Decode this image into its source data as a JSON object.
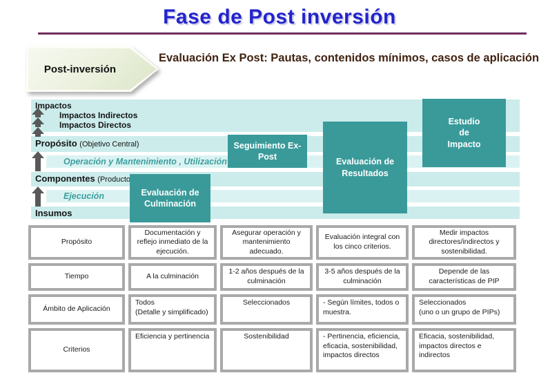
{
  "slide": {
    "title": "Fase de Post inversión",
    "phase_label": "Post-inversión",
    "subtitle": "Evaluación Ex Post: Pautas, contenidos mínimos, casos de aplicación"
  },
  "diagram": {
    "impactos": "Impactos",
    "impactos_indirectos": "Impactos Indirectos",
    "impactos_directos": "Impactos Directos",
    "proposito": "Propósito",
    "proposito_paren": "(Objetivo Central)",
    "oym": "Operación y Mantenimiento , Utilización",
    "componentes": "Componentes",
    "componentes_paren": "(Productos)",
    "ejecucion": "Ejecución",
    "insumos": "Insumos",
    "box_culminacion": "Evaluación de Culminación",
    "box_seguimiento": "Seguimiento Ex-Post",
    "box_resultados": "Evaluación de Resultados",
    "box_impacto": "Estudio\nde\nImpacto"
  },
  "table": {
    "rows": [
      {
        "label": "Propósito",
        "cells": [
          "Documentación y reflejo inmediato de la ejecución.",
          "Asegurar operación y mantenimiento adecuado.",
          "Evaluación integral con los cinco criterios.",
          "Medir impactos directores/indirectos y sostenibilidad."
        ]
      },
      {
        "label": "Tiempo",
        "cells": [
          "A la culminación",
          "1-2 años después de la culminación",
          "3-5 años después de la culminación",
          "Depende de las características de PIP"
        ]
      },
      {
        "label": "Ámbito de Aplicación",
        "cells": [
          "Todos\n(Detalle y simplificado)",
          "Seleccionados",
          "- Según límites, todos  o muestra.",
          "Seleccionados\n(uno o un grupo de PIPs)"
        ]
      },
      {
        "label": "Criterios",
        "cells": [
          "Eficiencia y pertinencia",
          "Sostenibilidad",
          "- Pertinencia, eficiencia, eficacia, sostenibilidad, impactos directos",
          "Eficacia, sostenibilidad, impactos directos e indirectos"
        ]
      }
    ]
  },
  "colors": {
    "title_blue": "#2323cc",
    "underline_purple": "#6f2c5f",
    "subtitle_brown": "#402312",
    "band_teal_light": "#cbeceb",
    "band_teal_lighter": "#daf3f2",
    "eval_box_teal": "#3a9a9a",
    "arrow_gray": "#595959",
    "table_border_gray": "#a9a9a9"
  }
}
